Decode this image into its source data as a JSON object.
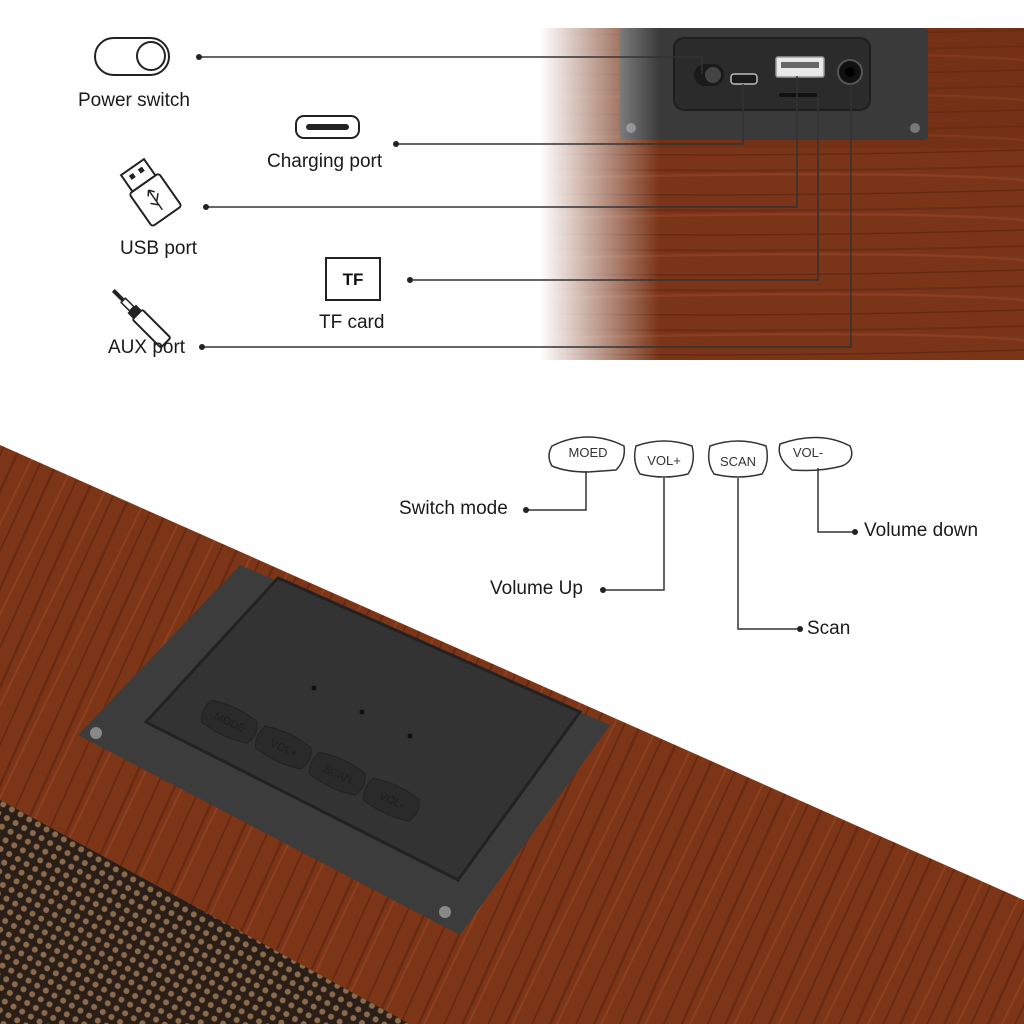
{
  "ports": {
    "power_switch": "Power switch",
    "charging_port": "Charging port",
    "usb_port": "USB port",
    "tf_card": "TF card",
    "tf_icon_text": "TF",
    "aux_port": "AUX port"
  },
  "buttons": {
    "moed_key": "MOED",
    "vol_plus_key": "VOL+",
    "scan_key": "SCAN",
    "vol_minus_key": "VOL-",
    "switch_mode": "Switch mode",
    "volume_up": "Volume Up",
    "scan": "Scan",
    "volume_down": "Volume down"
  },
  "device_panel": {
    "mode_key": "MODE",
    "vol_plus_key": "VOL+",
    "scan_key": "SCAN",
    "vol_minus_key": "VOL-"
  },
  "colors": {
    "wood": "#7a3418",
    "panel": "#3c3c3c",
    "line": "#333333"
  }
}
